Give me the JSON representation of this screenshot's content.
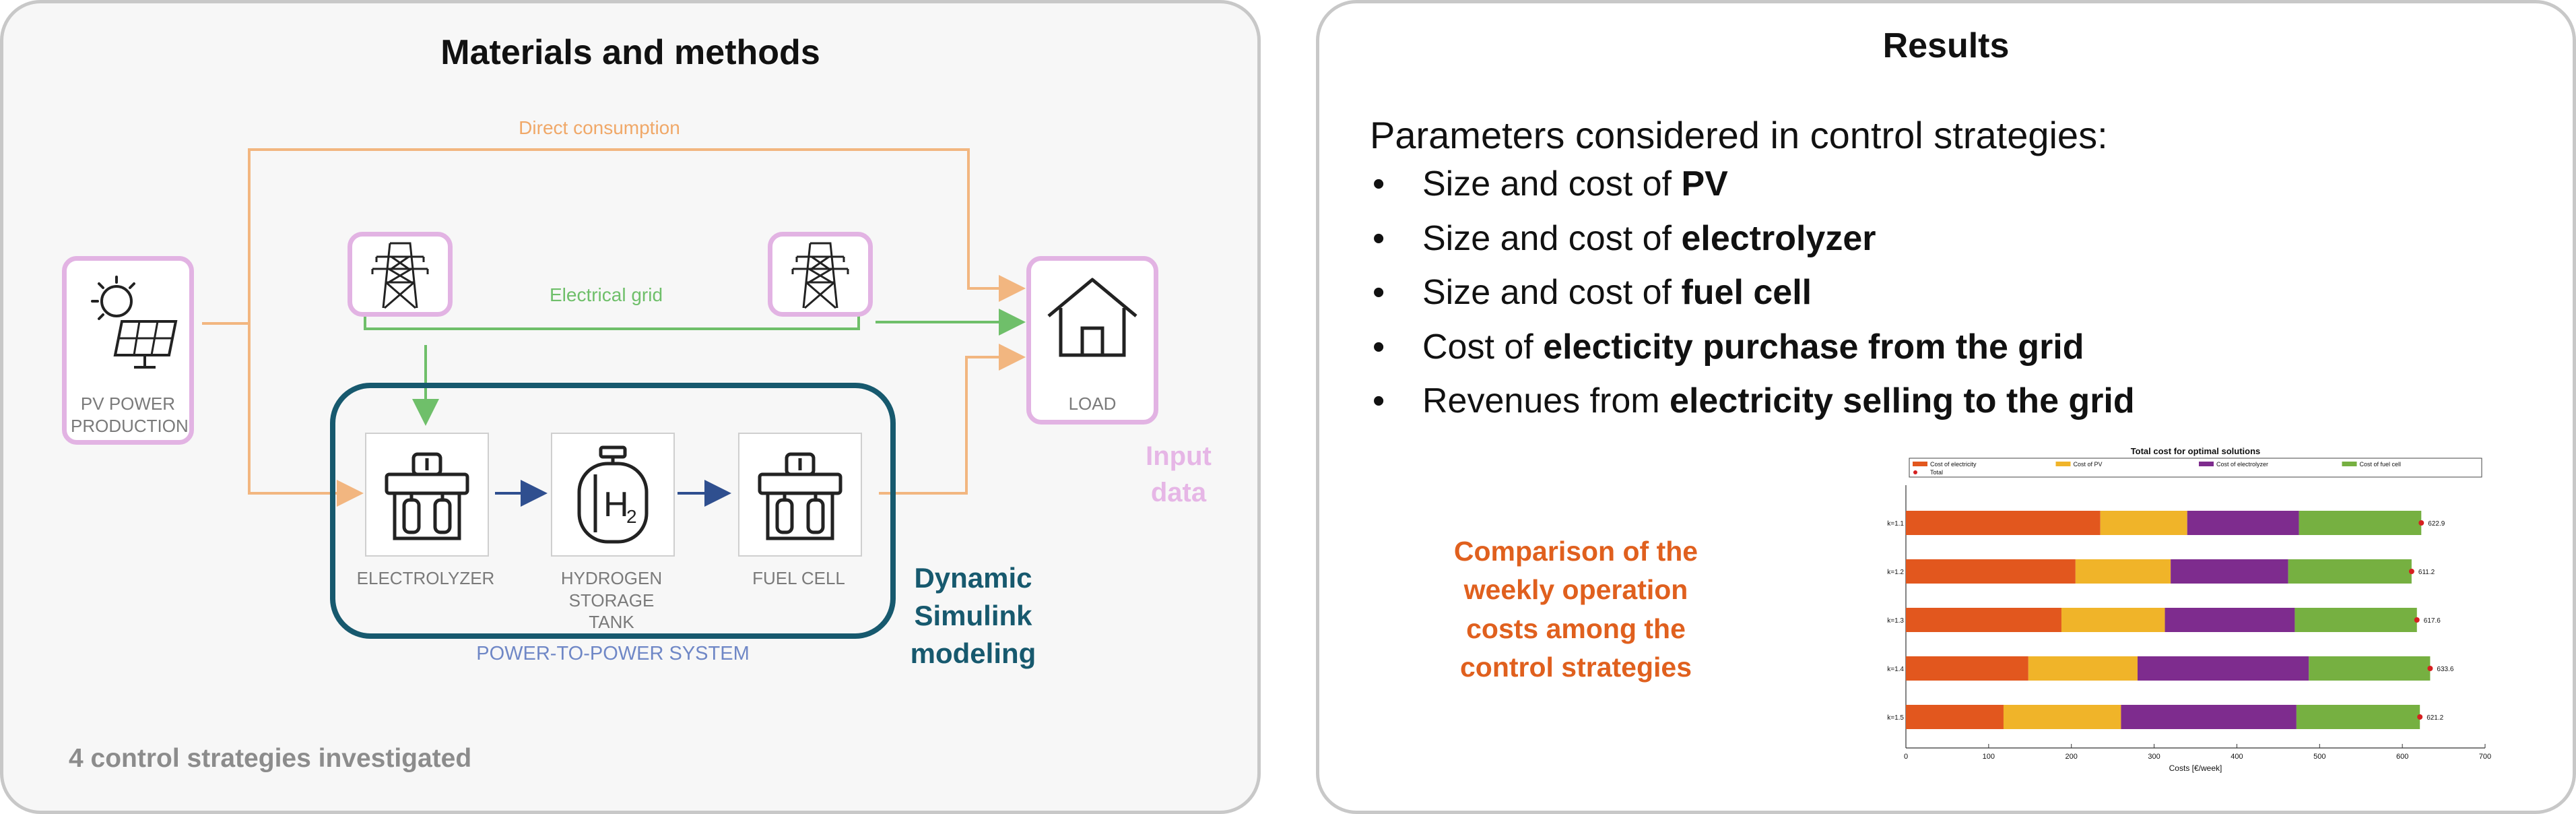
{
  "left": {
    "title": "Materials and methods",
    "direct_consumption": "Direct consumption",
    "electrical_grid": "Electrical grid",
    "pv_label": "PV POWER PRODUCTION",
    "load_label": "LOAD",
    "electrolyzer_label": "ELECTROLYZER",
    "tank_label": "HYDROGEN STORAGE TANK",
    "fuelcell_label": "FUEL CELL",
    "p2p_label": "POWER-TO-POWER SYSTEM",
    "dynamic_label": "Dynamic Simulink modeling",
    "input_label": "Input data",
    "footer": "4 control strategies investigated",
    "colors": {
      "orange_line": "#f2b680",
      "green_line": "#6fbf6a",
      "navy_arrow": "#2f4f8f",
      "teal": "#17596e",
      "pink": "#e2b3e3",
      "blue_label": "#6f87c6"
    },
    "icons": [
      "solar-panel-icon",
      "pylon-icon",
      "house-icon",
      "electrolyzer-icon",
      "hydrogen-tank-icon",
      "fuel-cell-icon"
    ]
  },
  "right": {
    "title": "Results",
    "params_head": "Parameters considered in control strategies:",
    "bullets": [
      {
        "prefix": "Size and cost of ",
        "bold": "PV"
      },
      {
        "prefix": "Size and cost of ",
        "bold": "electrolyzer"
      },
      {
        "prefix": "Size and cost of ",
        "bold": "fuel cell"
      },
      {
        "prefix": "Cost of ",
        "bold": "electicity purchase from the grid"
      },
      {
        "prefix": "Revenues from ",
        "bold": "electricity selling to the grid"
      }
    ],
    "comparison": "Comparison of the weekly operation costs among the control strategies"
  },
  "chart_data": {
    "type": "bar",
    "orientation": "horizontal",
    "stacked": true,
    "title": "Total cost for optimal solutions",
    "xlabel": "Costs [€/week]",
    "ylabel": "",
    "xlim": [
      0,
      700
    ],
    "xticks": [
      0,
      100,
      200,
      300,
      400,
      500,
      600,
      700
    ],
    "categories": [
      "k=1.1",
      "k=1.2",
      "k=1.3",
      "k=1.4",
      "k=1.5"
    ],
    "series": [
      {
        "name": "Cost of electricity",
        "color": "#e2571e",
        "values": [
          235,
          205,
          188,
          148,
          118
        ]
      },
      {
        "name": "Cost of PV",
        "color": "#f0b429",
        "values": [
          105,
          115,
          125,
          132,
          142
        ]
      },
      {
        "name": "Cost of electrolyzer",
        "color": "#7e2c8e",
        "values": [
          135,
          142,
          157,
          207,
          212
        ]
      },
      {
        "name": "Cost of fuel cell",
        "color": "#76b041",
        "values": [
          147.9,
          149.2,
          147.6,
          146.6,
          149.2
        ]
      }
    ],
    "totals": {
      "name": "Total",
      "color": "#d62020",
      "values": [
        622.9,
        611.2,
        617.6,
        633.6,
        621.2
      ],
      "labels": [
        "622.9",
        "611.2",
        "617.6",
        "633.6",
        "621.2"
      ]
    },
    "legend_position": "top",
    "grid": false
  }
}
